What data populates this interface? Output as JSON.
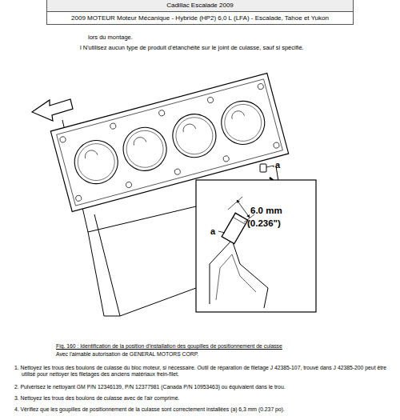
{
  "diagram": {
    "nodes": [
      {
        "text": [
          "Cadillac Escalade 2009",
          "2009 MOTEUR Moteur Mécanique - Hybride (HP2) 6,0 L (LFA) - Escalade, Tahoe et Yukon"
        ]
      }
    ],
    "caption": "Fig. 160 : Identification de la position d'installation des goupilles de positionnement de culasse",
    "labels": [
      "lors du montage.",
      "l N'utilisez aucun type de produit d'étanchéité sur le joint de culasse, sauf si spécifié.",
      "a",
      "a",
      "6.0 mm",
      "(0.236\")",
      "Avec l'aimable autorisation de GENERAL MOTORS CORP.",
      "1. Nettoyez les trous des boulons de culasse du bloc moteur, si nécessaire. Outil de réparation de filetage J 42385-107, trouvé dans J 42385-200 peut être utilisé pour nettoyer les filetages des anciens matériaux frein-filet.",
      "2. Pulvérisez le nettoyant GM P/N 12346139, P/N 12377981 (Canada P/N 10953463) ou équivalent dans le trou.",
      "3. Nettoyez les trous des boulons de culasse avec de l'air comprimé.",
      "4. Vérifiez que les goupilles de positionnement de la culasse sont correctement installées (a) 6,3 mm (0.237 po)."
    ]
  }
}
